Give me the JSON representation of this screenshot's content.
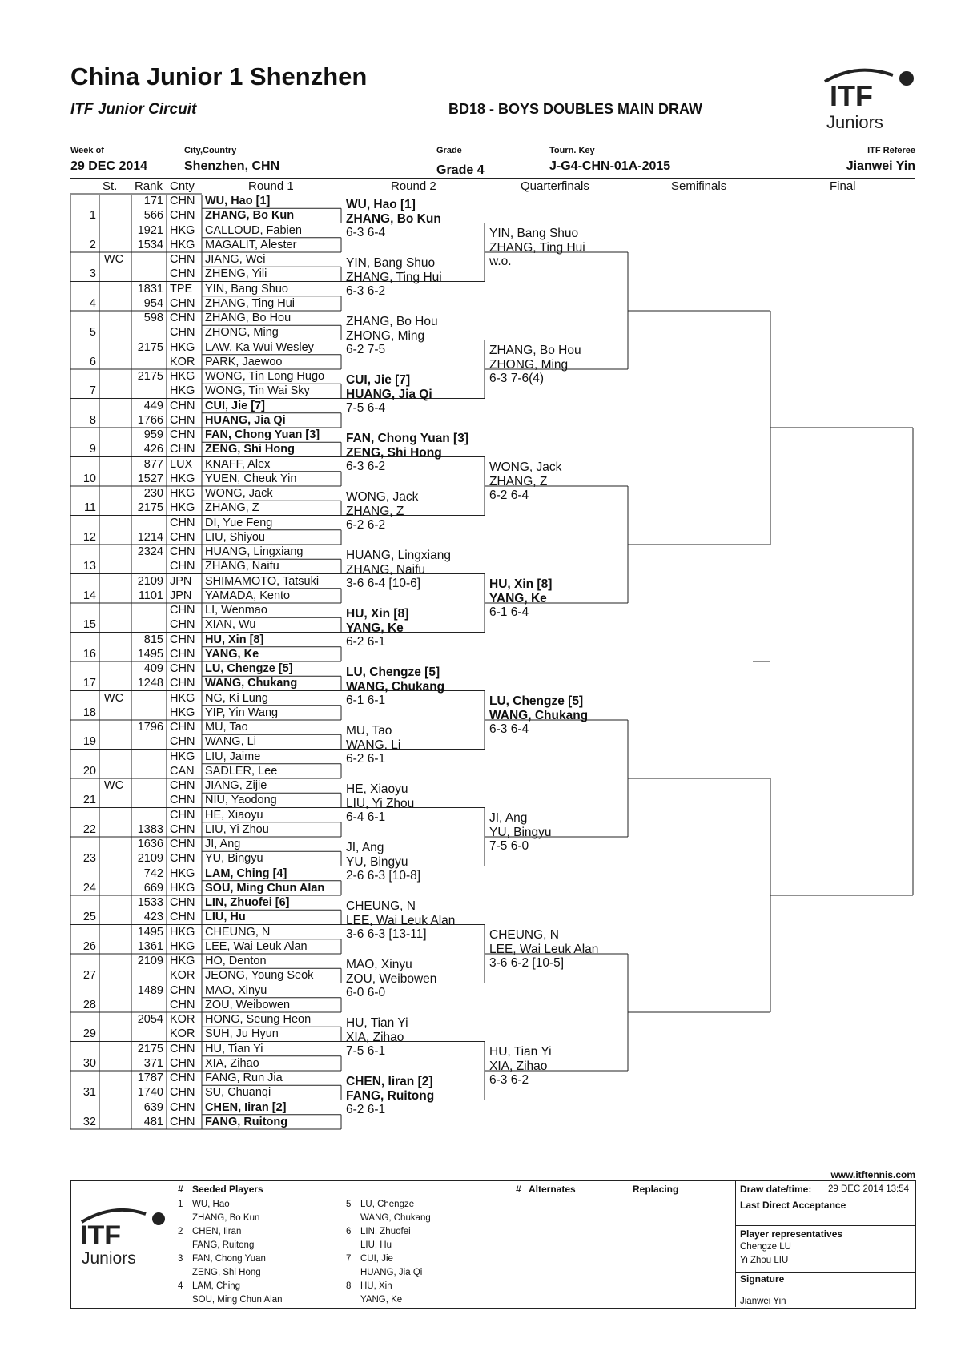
{
  "header": {
    "title": "China Junior 1 Shenzhen",
    "subtitle": "ITF Junior Circuit",
    "event": "BD18 - BOYS DOUBLES MAIN DRAW",
    "logo_text": "ITF",
    "logo_sub": "Juniors"
  },
  "info": {
    "week_label": "Week of",
    "week_value": "29 DEC 2014",
    "city_label": "City,Country",
    "city_value": "Shenzhen, CHN",
    "grade_label": "Grade",
    "grade_value": "Grade 4",
    "key_label": "Tourn. Key",
    "key_value": "J-G4-CHN-01A-2015",
    "referee_label": "ITF Referee",
    "referee_value": "Jianwei Yin"
  },
  "columns": {
    "st": "St.",
    "rank": "Rank",
    "cnty": "Cnty",
    "r1": "Round 1",
    "r2": "Round 2",
    "qf": "Quarterfinals",
    "sf": "Semifinals",
    "f": "Final"
  },
  "draw": [
    {
      "num": "1",
      "st": "",
      "p": [
        [
          "171",
          "CHN",
          "WU, Hao [1]",
          true
        ],
        [
          "566",
          "CHN",
          "ZHANG, Bo Kun",
          true
        ]
      ]
    },
    {
      "num": "2",
      "st": "",
      "p": [
        [
          "1921",
          "HKG",
          "CALLOUD, Fabien",
          false
        ],
        [
          "1534",
          "HKG",
          "MAGALIT, Alester",
          false
        ]
      ]
    },
    {
      "num": "3",
      "st": "WC",
      "p": [
        [
          "",
          "CHN",
          "JIANG, Wei",
          false
        ],
        [
          "",
          "CHN",
          "ZHENG, Yili",
          false
        ]
      ]
    },
    {
      "num": "4",
      "st": "",
      "p": [
        [
          "1831",
          "TPE",
          "YIN, Bang Shuo",
          false
        ],
        [
          "954",
          "CHN",
          "ZHANG, Ting Hui",
          false
        ]
      ]
    },
    {
      "num": "5",
      "st": "",
      "p": [
        [
          "598",
          "CHN",
          "ZHANG, Bo Hou",
          false
        ],
        [
          "",
          "CHN",
          "ZHONG, Ming",
          false
        ]
      ]
    },
    {
      "num": "6",
      "st": "",
      "p": [
        [
          "2175",
          "HKG",
          "LAW, Ka Wui Wesley",
          false
        ],
        [
          "",
          "KOR",
          "PARK, Jaewoo",
          false
        ]
      ]
    },
    {
      "num": "7",
      "st": "",
      "p": [
        [
          "2175",
          "HKG",
          "WONG, Tin Long Hugo",
          false
        ],
        [
          "",
          "HKG",
          "WONG, Tin Wai Sky",
          false
        ]
      ]
    },
    {
      "num": "8",
      "st": "",
      "p": [
        [
          "449",
          "CHN",
          "CUI, Jie [7]",
          true
        ],
        [
          "1766",
          "CHN",
          "HUANG, Jia Qi",
          true
        ]
      ]
    },
    {
      "num": "9",
      "st": "",
      "p": [
        [
          "959",
          "CHN",
          "FAN, Chong Yuan [3]",
          true
        ],
        [
          "426",
          "CHN",
          "ZENG, Shi Hong",
          true
        ]
      ]
    },
    {
      "num": "10",
      "st": "",
      "p": [
        [
          "877",
          "LUX",
          "KNAFF, Alex",
          false
        ],
        [
          "1527",
          "HKG",
          "YUEN, Cheuk Yin",
          false
        ]
      ]
    },
    {
      "num": "11",
      "st": "",
      "p": [
        [
          "230",
          "HKG",
          "WONG, Jack",
          false
        ],
        [
          "2175",
          "HKG",
          "ZHANG, Z",
          false
        ]
      ]
    },
    {
      "num": "12",
      "st": "",
      "p": [
        [
          "",
          "CHN",
          "DI, Yue Feng",
          false
        ],
        [
          "1214",
          "CHN",
          "LIU, Shiyou",
          false
        ]
      ]
    },
    {
      "num": "13",
      "st": "",
      "p": [
        [
          "2324",
          "CHN",
          "HUANG, Lingxiang",
          false
        ],
        [
          "",
          "CHN",
          "ZHANG, Naifu",
          false
        ]
      ]
    },
    {
      "num": "14",
      "st": "",
      "p": [
        [
          "2109",
          "JPN",
          "SHIMAMOTO, Tatsuki",
          false
        ],
        [
          "1101",
          "JPN",
          "YAMADA, Kento",
          false
        ]
      ]
    },
    {
      "num": "15",
      "st": "",
      "p": [
        [
          "",
          "CHN",
          "LI, Wenmao",
          false
        ],
        [
          "",
          "CHN",
          "XIAN, Wu",
          false
        ]
      ]
    },
    {
      "num": "16",
      "st": "",
      "p": [
        [
          "815",
          "CHN",
          "HU, Xin [8]",
          true
        ],
        [
          "1495",
          "CHN",
          "YANG, Ke",
          true
        ]
      ]
    },
    {
      "num": "17",
      "st": "",
      "p": [
        [
          "409",
          "CHN",
          "LU, Chengze [5]",
          true
        ],
        [
          "1248",
          "CHN",
          "WANG, Chukang",
          true
        ]
      ]
    },
    {
      "num": "18",
      "st": "WC",
      "p": [
        [
          "",
          "HKG",
          "NG, Ki Lung",
          false
        ],
        [
          "",
          "HKG",
          "YIP, Yin Wang",
          false
        ]
      ]
    },
    {
      "num": "19",
      "st": "",
      "p": [
        [
          "1796",
          "CHN",
          "MU, Tao",
          false
        ],
        [
          "",
          "CHN",
          "WANG, Li",
          false
        ]
      ]
    },
    {
      "num": "20",
      "st": "",
      "p": [
        [
          "",
          "HKG",
          "LIU, Jaime",
          false
        ],
        [
          "",
          "CAN",
          "SADLER, Lee",
          false
        ]
      ]
    },
    {
      "num": "21",
      "st": "WC",
      "p": [
        [
          "",
          "CHN",
          "JIANG, Zijie",
          false
        ],
        [
          "",
          "CHN",
          "NIU, Yaodong",
          false
        ]
      ]
    },
    {
      "num": "22",
      "st": "",
      "p": [
        [
          "",
          "CHN",
          "HE, Xiaoyu",
          false
        ],
        [
          "1383",
          "CHN",
          "LIU, Yi Zhou",
          false
        ]
      ]
    },
    {
      "num": "23",
      "st": "",
      "p": [
        [
          "1636",
          "CHN",
          "JI, Ang",
          false
        ],
        [
          "2109",
          "CHN",
          "YU, Bingyu",
          false
        ]
      ]
    },
    {
      "num": "24",
      "st": "",
      "p": [
        [
          "742",
          "HKG",
          "LAM, Ching [4]",
          true
        ],
        [
          "669",
          "HKG",
          "SOU, Ming Chun Alan",
          true
        ]
      ]
    },
    {
      "num": "25",
      "st": "",
      "p": [
        [
          "1533",
          "CHN",
          "LIN, Zhuofei [6]",
          true
        ],
        [
          "423",
          "CHN",
          "LIU, Hu",
          true
        ]
      ]
    },
    {
      "num": "26",
      "st": "",
      "p": [
        [
          "1495",
          "HKG",
          "CHEUNG, N",
          false
        ],
        [
          "1361",
          "HKG",
          "LEE, Wai Leuk Alan",
          false
        ]
      ]
    },
    {
      "num": "27",
      "st": "",
      "p": [
        [
          "2109",
          "HKG",
          "HO, Denton",
          false
        ],
        [
          "",
          "KOR",
          "JEONG, Young Seok",
          false
        ]
      ]
    },
    {
      "num": "28",
      "st": "",
      "p": [
        [
          "1489",
          "CHN",
          "MAO, Xinyu",
          false
        ],
        [
          "",
          "CHN",
          "ZOU, Weibowen",
          false
        ]
      ]
    },
    {
      "num": "29",
      "st": "",
      "p": [
        [
          "2054",
          "KOR",
          "HONG, Seung Heon",
          false
        ],
        [
          "",
          "KOR",
          "SUH, Ju Hyun",
          false
        ]
      ]
    },
    {
      "num": "30",
      "st": "",
      "p": [
        [
          "2175",
          "CHN",
          "HU, Tian Yi",
          false
        ],
        [
          "371",
          "CHN",
          "XIA, Zihao",
          false
        ]
      ]
    },
    {
      "num": "31",
      "st": "",
      "p": [
        [
          "1787",
          "CHN",
          "FANG, Run Jia",
          false
        ],
        [
          "1740",
          "CHN",
          "SU, Chuanqi",
          false
        ]
      ]
    },
    {
      "num": "32",
      "st": "",
      "p": [
        [
          "639",
          "CHN",
          "CHEN, Iiran [2]",
          true
        ],
        [
          "481",
          "CHN",
          "FANG, Ruitong",
          true
        ]
      ]
    }
  ],
  "round2": [
    [
      "WU, Hao [1]",
      "ZHANG, Bo Kun",
      "6-3 6-4",
      true
    ],
    [
      "YIN, Bang Shuo",
      "ZHANG, Ting Hui",
      "6-3 6-2",
      false
    ],
    [
      "ZHANG, Bo Hou",
      "ZHONG, Ming",
      "6-2 7-5",
      false
    ],
    [
      "CUI, Jie [7]",
      "HUANG, Jia Qi",
      "7-5 6-4",
      true
    ],
    [
      "FAN, Chong Yuan [3]",
      "ZENG, Shi Hong",
      "6-3 6-2",
      true
    ],
    [
      "WONG, Jack",
      "ZHANG, Z",
      "6-2 6-2",
      false
    ],
    [
      "HUANG, Lingxiang",
      "ZHANG, Naifu",
      "3-6 6-4 [10-6]",
      false
    ],
    [
      "HU, Xin [8]",
      "YANG, Ke",
      "6-2 6-1",
      true
    ],
    [
      "LU, Chengze [5]",
      "WANG, Chukang",
      "6-1 6-1",
      true
    ],
    [
      "MU, Tao",
      "WANG, Li",
      "6-2 6-1",
      false
    ],
    [
      "HE, Xiaoyu",
      "LIU, Yi Zhou",
      "6-4 6-1",
      false
    ],
    [
      "JI, Ang",
      "YU, Bingyu",
      "2-6 6-3 [10-8]",
      false
    ],
    [
      "CHEUNG, N",
      "LEE, Wai Leuk Alan",
      "3-6 6-3 [13-11]",
      false
    ],
    [
      "MAO, Xinyu",
      "ZOU, Weibowen",
      "6-0 6-0",
      false
    ],
    [
      "HU, Tian Yi",
      "XIA, Zihao",
      "7-5 6-1",
      false
    ],
    [
      "CHEN, Iiran [2]",
      "FANG, Ruitong",
      "6-2 6-1",
      true
    ]
  ],
  "quarterfinals": [
    [
      "YIN, Bang Shuo",
      "ZHANG, Ting Hui",
      "w.o.",
      false
    ],
    [
      "ZHANG, Bo Hou",
      "ZHONG, Ming",
      "6-3 7-6(4)",
      false
    ],
    [
      "WONG, Jack",
      "ZHANG, Z",
      "6-2 6-4",
      false
    ],
    [
      "HU, Xin [8]",
      "YANG, Ke",
      "6-1 6-4",
      true
    ],
    [
      "LU, Chengze [5]",
      "WANG, Chukang",
      "6-3 6-4",
      true
    ],
    [
      "JI, Ang",
      "YU, Bingyu",
      "7-5 6-0",
      false
    ],
    [
      "CHEUNG, N",
      "LEE, Wai Leuk Alan",
      "3-6 6-2 [10-5]",
      false
    ],
    [
      "HU, Tian Yi",
      "XIA, Zihao",
      "6-3 6-2",
      false
    ]
  ],
  "footer": {
    "website": "www.itftennis.com",
    "seeded_header": "Seeded Players",
    "hash": "#",
    "seeds_left": [
      [
        "1",
        "WU, Hao",
        "ZHANG, Bo Kun"
      ],
      [
        "2",
        "CHEN, Iiran",
        "FANG, Ruitong"
      ],
      [
        "3",
        "FAN, Chong Yuan",
        "ZENG, Shi Hong"
      ],
      [
        "4",
        "LAM, Ching",
        "SOU, Ming Chun Alan"
      ]
    ],
    "seeds_right": [
      [
        "5",
        "LU, Chengze",
        "WANG, Chukang"
      ],
      [
        "6",
        "LIN, Zhuofei",
        "LIU, Hu"
      ],
      [
        "7",
        "CUI, Jie",
        "HUANG, Jia Qi"
      ],
      [
        "8",
        "HU, Xin",
        "YANG, Ke"
      ]
    ],
    "alternates_header": "Alternates",
    "replacing_header": "Replacing",
    "draw_date_label": "Draw date/time:",
    "draw_date_value": "29 DEC 2014 13:54",
    "lda_label": "Last Direct Acceptance",
    "reps_label": "Player representatives",
    "rep1": "Chengze LU",
    "rep2": "Yi Zhou LIU",
    "signature_label": "Signature",
    "signature_value": "Jianwei Yin"
  }
}
